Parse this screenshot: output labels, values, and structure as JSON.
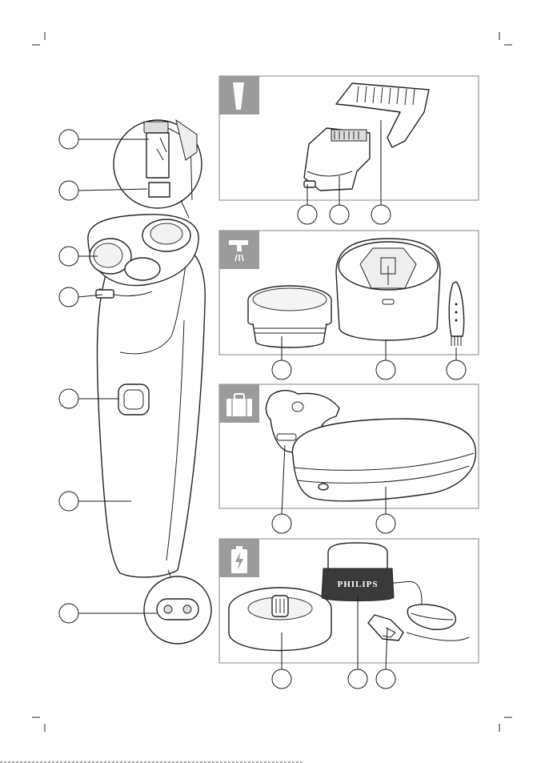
{
  "figure": {
    "brand_label": "PHILIPS",
    "icon_color": "#9b9b9b",
    "panels": [
      {
        "id": "trimmer",
        "icon": "trimmer-icon"
      },
      {
        "id": "cleaning",
        "icon": "faucet-water-icon"
      },
      {
        "id": "travel",
        "icon": "suitcase-icon"
      },
      {
        "id": "charging",
        "icon": "battery-charge-icon"
      }
    ]
  }
}
